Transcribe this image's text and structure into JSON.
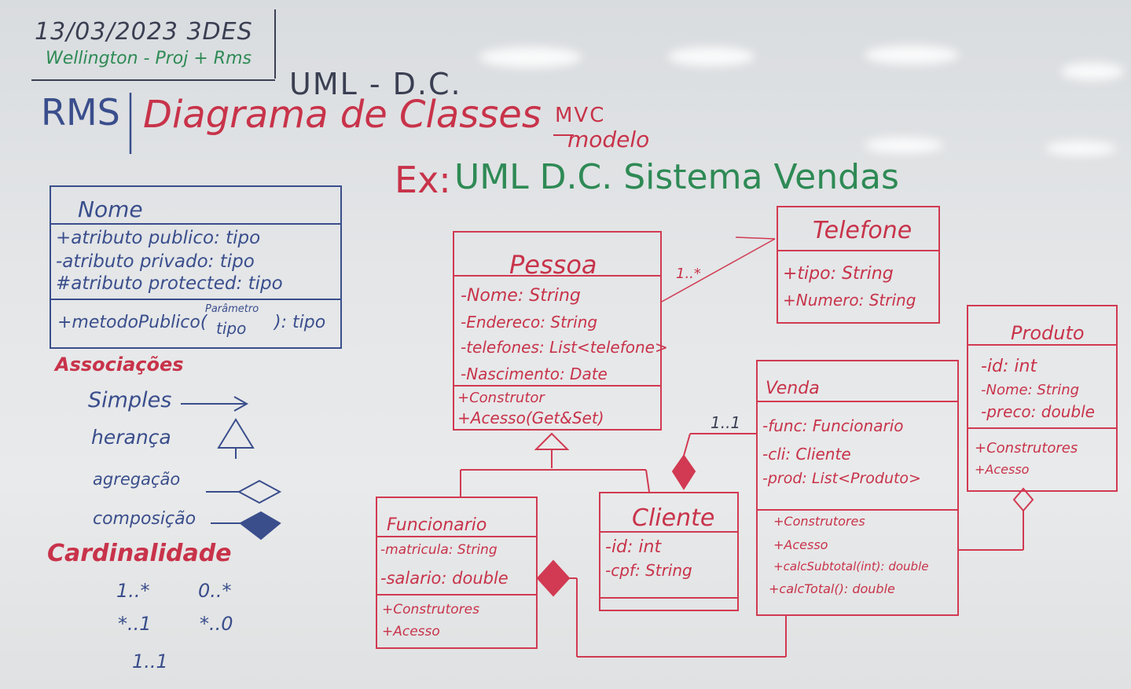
{
  "header": {
    "date_line": "13/03/2023 3DES",
    "name_line": "Wellington - Proj + Rms",
    "uml_dc": "UML - D.C.",
    "rms": "RMS",
    "title": "Diagrama de Classes",
    "mvc": "MVC",
    "modelo": "modelo",
    "example_prefix": "Ex:",
    "example_title": "UML D.C. Sistema Vendas"
  },
  "legend_class": {
    "name": "Nome",
    "attributes": [
      "+atributo publico: tipo",
      "-atributo privado: tipo",
      "#atributo protected: tipo"
    ],
    "method_prefix": "+metodoPublico(",
    "method_param_top": "Parâmetro",
    "method_param_bottom": "tipo",
    "method_suffix": "): tipo"
  },
  "associations": {
    "heading": "Associações",
    "items": [
      "Simples",
      "herança",
      "agregação",
      "composição"
    ]
  },
  "cardinality": {
    "heading": "Cardinalidade",
    "values": [
      "1..*",
      "0..*",
      "*..1",
      "*..0",
      "1..1"
    ]
  },
  "classes": {
    "pessoa": {
      "name": "Pessoa",
      "attributes": [
        "-Nome: String",
        "-Endereco: String",
        "-telefones: List<telefone>",
        "-Nascimento: Date"
      ],
      "methods": [
        "+Construtor",
        "+Acesso(Get&Set)"
      ]
    },
    "telefone": {
      "name": "Telefone",
      "attributes": [
        "+tipo: String",
        "+Numero: String"
      ]
    },
    "produto": {
      "name": "Produto",
      "attributes": [
        "-id: int",
        "-Nome: String",
        "-preco: double"
      ],
      "methods": [
        "+Construtores",
        "+Acesso"
      ]
    },
    "venda": {
      "name": "Venda",
      "attributes": [
        "-func: Funcionario",
        "-cli: Cliente",
        "-prod: List<Produto>"
      ],
      "methods": [
        "+Construtores",
        "+Acesso",
        "+calcSubtotal(int): double",
        "+calcTotal(): double"
      ]
    },
    "funcionario": {
      "name": "Funcionario",
      "attributes": [
        "-matricula: String",
        "-salario: double"
      ],
      "methods": [
        "+Construtores",
        "+Acesso"
      ]
    },
    "cliente": {
      "name": "Cliente",
      "attributes": [
        "-id: int",
        "-cpf: String"
      ]
    }
  },
  "multiplicities": {
    "pessoa_telefone": "1..*",
    "cliente_venda": "1..1"
  },
  "colors": {
    "blue_marker": "#3a4e8c",
    "red_marker": "#d13a52",
    "green_marker": "#2e8a55",
    "board": "#e4e6e8"
  }
}
